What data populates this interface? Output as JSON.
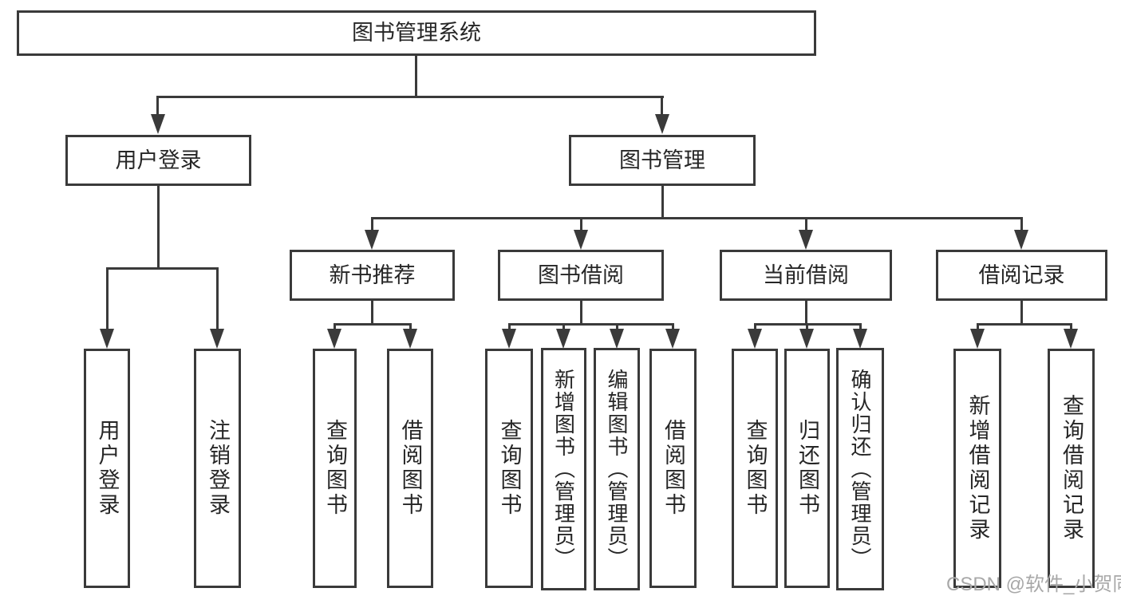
{
  "nodes": {
    "root": "图书管理系统",
    "user_login": "用户登录",
    "book_mgmt": "图书管理",
    "new_book_rec": "新书推荐",
    "book_borrow": "图书借阅",
    "current_borrow": "当前借阅",
    "borrow_record": "借阅记录",
    "leaf_user_login": "用户登录",
    "leaf_logout": "注销登录",
    "rec_query_book": "查询图书",
    "rec_borrow_book": "借阅图书",
    "bb_query_book": "查询图书",
    "bb_add_book": "新增图书（管理员）",
    "bb_edit_book": "编辑图书（管理员）",
    "bb_borrow_book": "借阅图书",
    "cb_query_book": "查询图书",
    "cb_return_book": "归还图书",
    "cb_confirm_return": "确认归还（管理员）",
    "br_add_record": "新增借阅记录",
    "br_query_record": "查询借阅记录"
  },
  "watermark": "CSDN @软件_小贺同学",
  "colors": {
    "line": "#3a3a3a",
    "box_border": "#3a3a3a",
    "text": "#262626",
    "watermark": "#a8a8a8",
    "background": "#ffffff"
  }
}
